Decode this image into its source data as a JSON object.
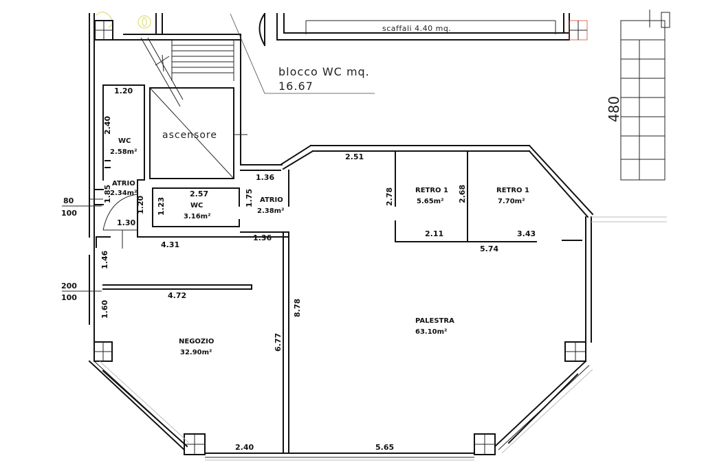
{
  "notes": {
    "shelves": "scaffali 4.40 mq.",
    "wc_block_line1": "blocco WC mq.",
    "wc_block_line2": "16.67",
    "elevator": "ascensore",
    "side_dim": "480"
  },
  "rooms": {
    "wc_top": {
      "name": "WC",
      "area": "2.58m²"
    },
    "atrio_left": {
      "name": "ATRIO",
      "area": "2.34m²"
    },
    "wc_mid": {
      "name": "WC",
      "area": "3.16m²"
    },
    "atrio_mid": {
      "name": "ATRIO",
      "area": "2.38m²"
    },
    "retro_a": {
      "name": "RETRO 1",
      "area": "5.65m²"
    },
    "retro_b": {
      "name": "RETRO 1",
      "area": "7.70m²"
    },
    "palestra": {
      "name": "PALESTRA",
      "area": "63.10m²"
    },
    "negozio": {
      "name": "NEGOZIO",
      "area": "32.90m²"
    }
  },
  "dims": {
    "d120_top": "1.20",
    "d240": "2.40",
    "d185": "1.85",
    "d120_v": "1.20",
    "d130": "1.30",
    "d257": "2.57",
    "d123": "1.23",
    "d175": "1.75",
    "d136_a": "1.36",
    "d136_b": "1.36",
    "d431": "4.31",
    "d251": "2.51",
    "d278": "2.78",
    "d268": "2.68",
    "d211": "2.11",
    "d343": "3.43",
    "d574": "5.74",
    "d146": "1.46",
    "d472": "4.72",
    "d160": "1.60",
    "d878": "8.78",
    "d677": "6.77",
    "d240_b": "2.40",
    "d565": "5.65"
  },
  "openings": {
    "w1_top": "80",
    "w1_bottom": "100",
    "w2_top": "200",
    "w2_bottom": "100"
  }
}
